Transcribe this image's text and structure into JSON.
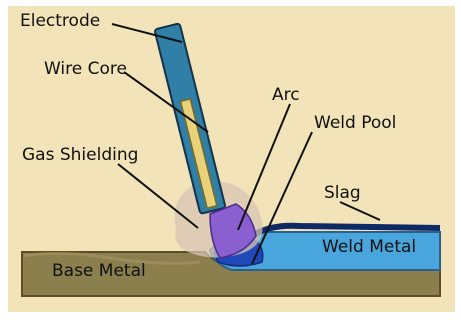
{
  "labels": {
    "electrode": "Electrode",
    "wire_core": "Wire Core",
    "arc": "Arc",
    "weld_pool": "Weld Pool",
    "gas_shielding": "Gas Shielding",
    "slag": "Slag",
    "weld_metal": "Weld Metal",
    "base_metal": "Base Metal"
  },
  "colors": {
    "background": "#f3e3b8",
    "electrode_coating": "#2f7fa6",
    "wire_core": "#e7d27a",
    "gas_shielding": "#d7c4b4",
    "arc": "#8a5fd0",
    "weld_pool": "#1f49b8",
    "weld_metal": "#49a6dc",
    "slag": "#0d2a66",
    "base_metal": "#8c7f4e"
  }
}
